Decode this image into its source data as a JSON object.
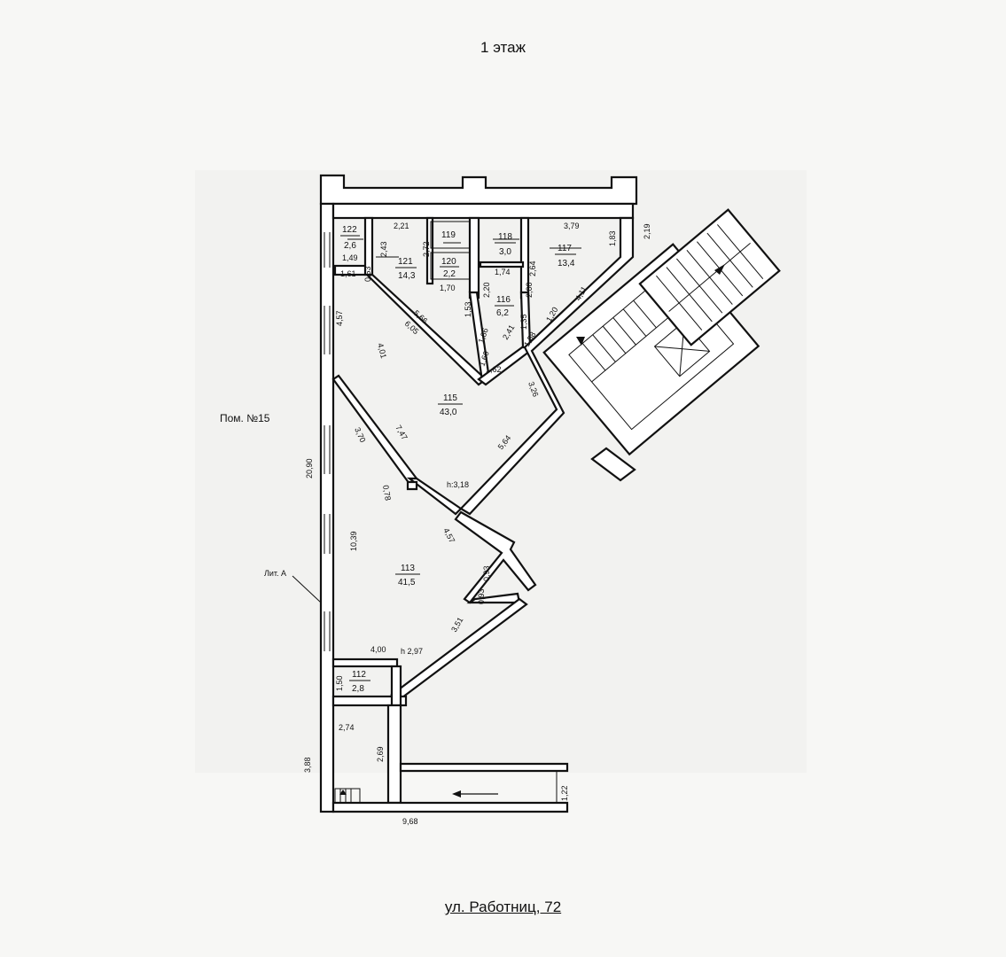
{
  "title": "1 этаж",
  "address": "ул. Работниц, 72",
  "labels": {
    "pom": "Пом. №15",
    "lit": "Лит. А",
    "h1": "h:3,18",
    "h2": "h 2,97"
  },
  "rooms": {
    "r122": {
      "num": "122",
      "area": "2,6"
    },
    "r121": {
      "num": "121",
      "area": "14,3"
    },
    "r119": {
      "num": "119"
    },
    "r120": {
      "num": "120",
      "area": "2,2"
    },
    "r118": {
      "num": "118",
      "area": "3,0"
    },
    "r117": {
      "num": "117",
      "area": "13,4"
    },
    "r116": {
      "num": "116",
      "area": "6,2"
    },
    "r115": {
      "num": "115",
      "area": "43,0"
    },
    "r113": {
      "num": "113",
      "area": "41,5"
    },
    "r112": {
      "num": "112",
      "area": "2,8"
    }
  },
  "dims": {
    "d221": "2,21",
    "d379": "3,79",
    "d219": "2,19",
    "d183": "1,83",
    "d243": "2,43",
    "d272": "2,72",
    "d149": "1,49",
    "d161": "1,61",
    "d053": "0,53",
    "d170": "1,70",
    "d174": "1,74",
    "d264": "2,64",
    "d220": "2,20",
    "d200": "2,00",
    "d153": "1,53",
    "d135": "1,35",
    "d120a": "1,20",
    "d241": "2,41",
    "d158": "1,58",
    "d411": "4,11",
    "d566": "5,66",
    "d605": "6,05",
    "d186": "1,86",
    "d160": "1,60",
    "d162": "1,62",
    "d326": "3,26",
    "d457": "4,57",
    "d401": "4,01",
    "d2090": "20,90",
    "d370": "3,70",
    "d747": "7,47",
    "d564": "5,64",
    "d078": "0,78",
    "d1039": "10,39",
    "d457b": "4,57",
    "d093": "0,93",
    "d093b": "0,93",
    "d351": "3,51",
    "d400": "4,00",
    "d150": "1,50",
    "d274": "2,74",
    "d269": "2,69",
    "d388": "3,88",
    "d122": "1,22",
    "d968": "9,68"
  }
}
